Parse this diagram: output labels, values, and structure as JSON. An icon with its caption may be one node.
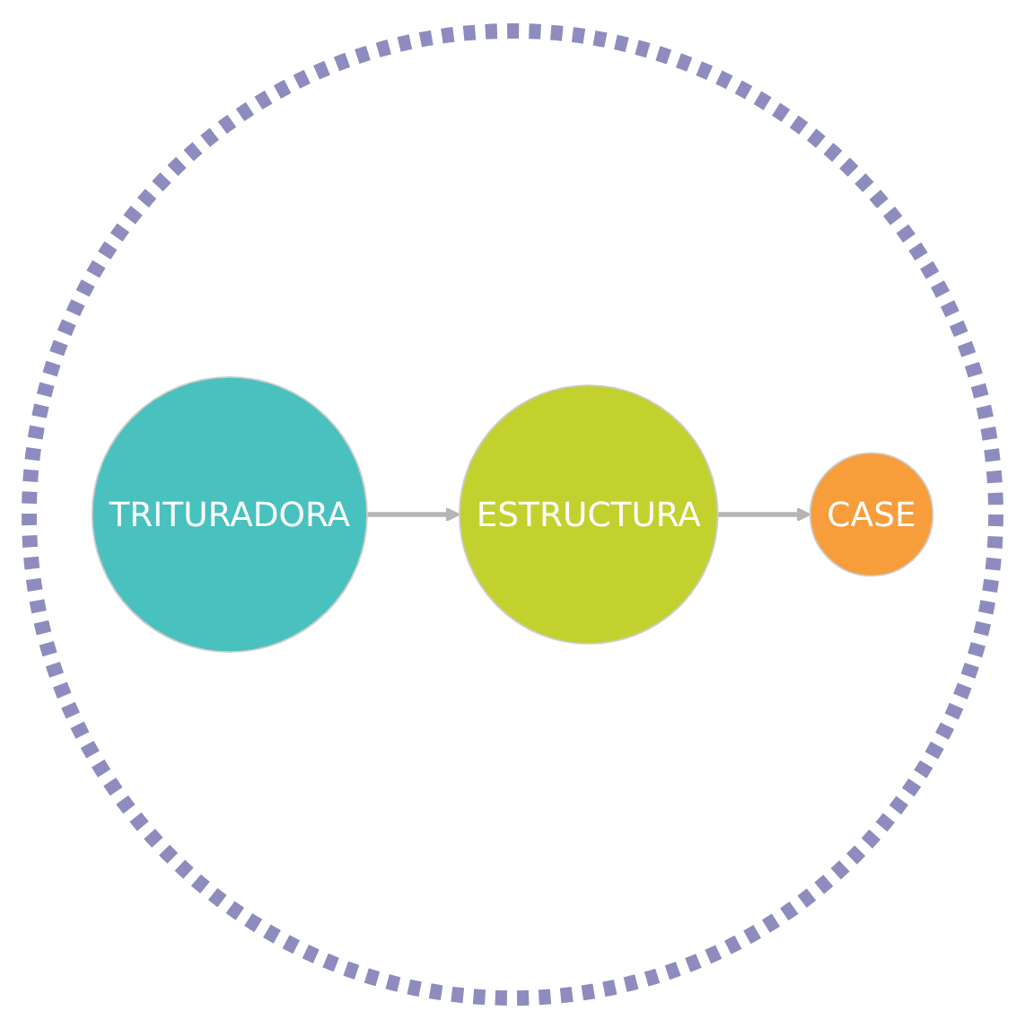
{
  "diagram": {
    "nodes": [
      {
        "text": [],
        "shape": "circle"
      },
      {
        "text": [
          "TRITURADORA"
        ],
        "in": 0
      },
      {
        "text": [
          "ESTRUCTURA"
        ],
        "in": 0
      },
      {
        "text": [
          "CASE"
        ],
        "in": 0
      }
    ],
    "edges": [
      {
        "from": 1,
        "to": 2,
        "arrow": "to"
      },
      {
        "from": 2,
        "to": 3,
        "arrow": "to"
      }
    ]
  }
}
